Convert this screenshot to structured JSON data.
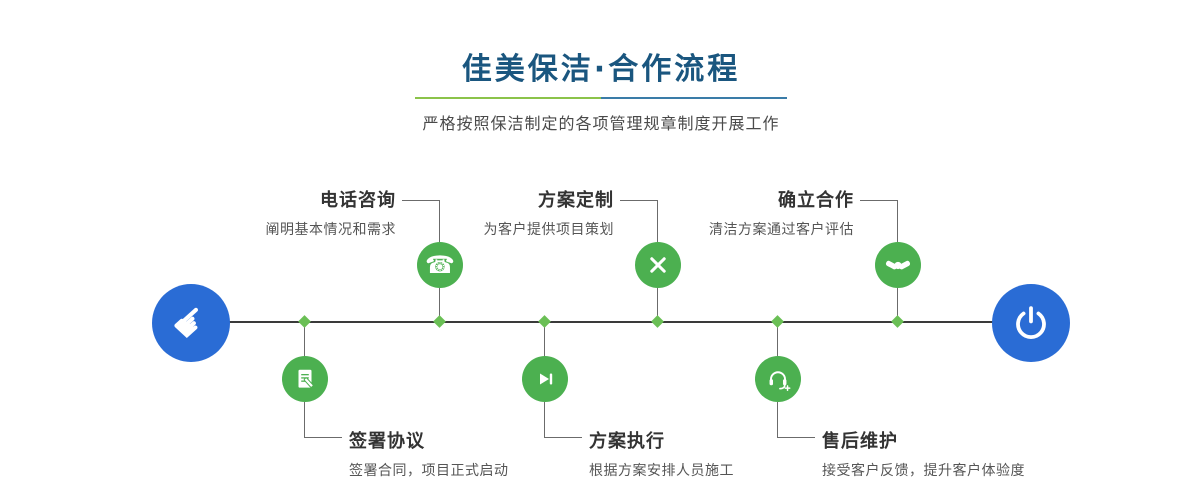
{
  "header": {
    "title": "佳美保洁·合作流程",
    "subtitle": "严格按照保洁制定的各项管理规章制度开展工作"
  },
  "colors": {
    "title_blue": "#1a567f",
    "accent_green": "#4cb050",
    "accent_blue": "#2a6cd5",
    "divider_green": "#8bc34a",
    "divider_blue": "#3a7ca8",
    "timeline_line": "#3a3a3a"
  },
  "timeline": {
    "start_icon": "pointing-hand-icon",
    "end_icon": "power-icon",
    "steps_top": [
      {
        "title": "电话咨询",
        "desc": "阐明基本情况和需求",
        "icon": "phone-icon"
      },
      {
        "title": "方案定制",
        "desc": "为客户提供项目策划",
        "icon": "tools-icon"
      },
      {
        "title": "确立合作",
        "desc": "清洁方案通过客户评估",
        "icon": "handshake-icon"
      }
    ],
    "steps_bottom": [
      {
        "title": "签署协议",
        "desc": "签署合同，项目正式启动",
        "icon": "contract-icon"
      },
      {
        "title": "方案执行",
        "desc": "根据方案安排人员施工",
        "icon": "play-icon"
      },
      {
        "title": "售后维护",
        "desc": "接受客户反馈，提升客户体验度",
        "icon": "headset-icon"
      }
    ]
  }
}
